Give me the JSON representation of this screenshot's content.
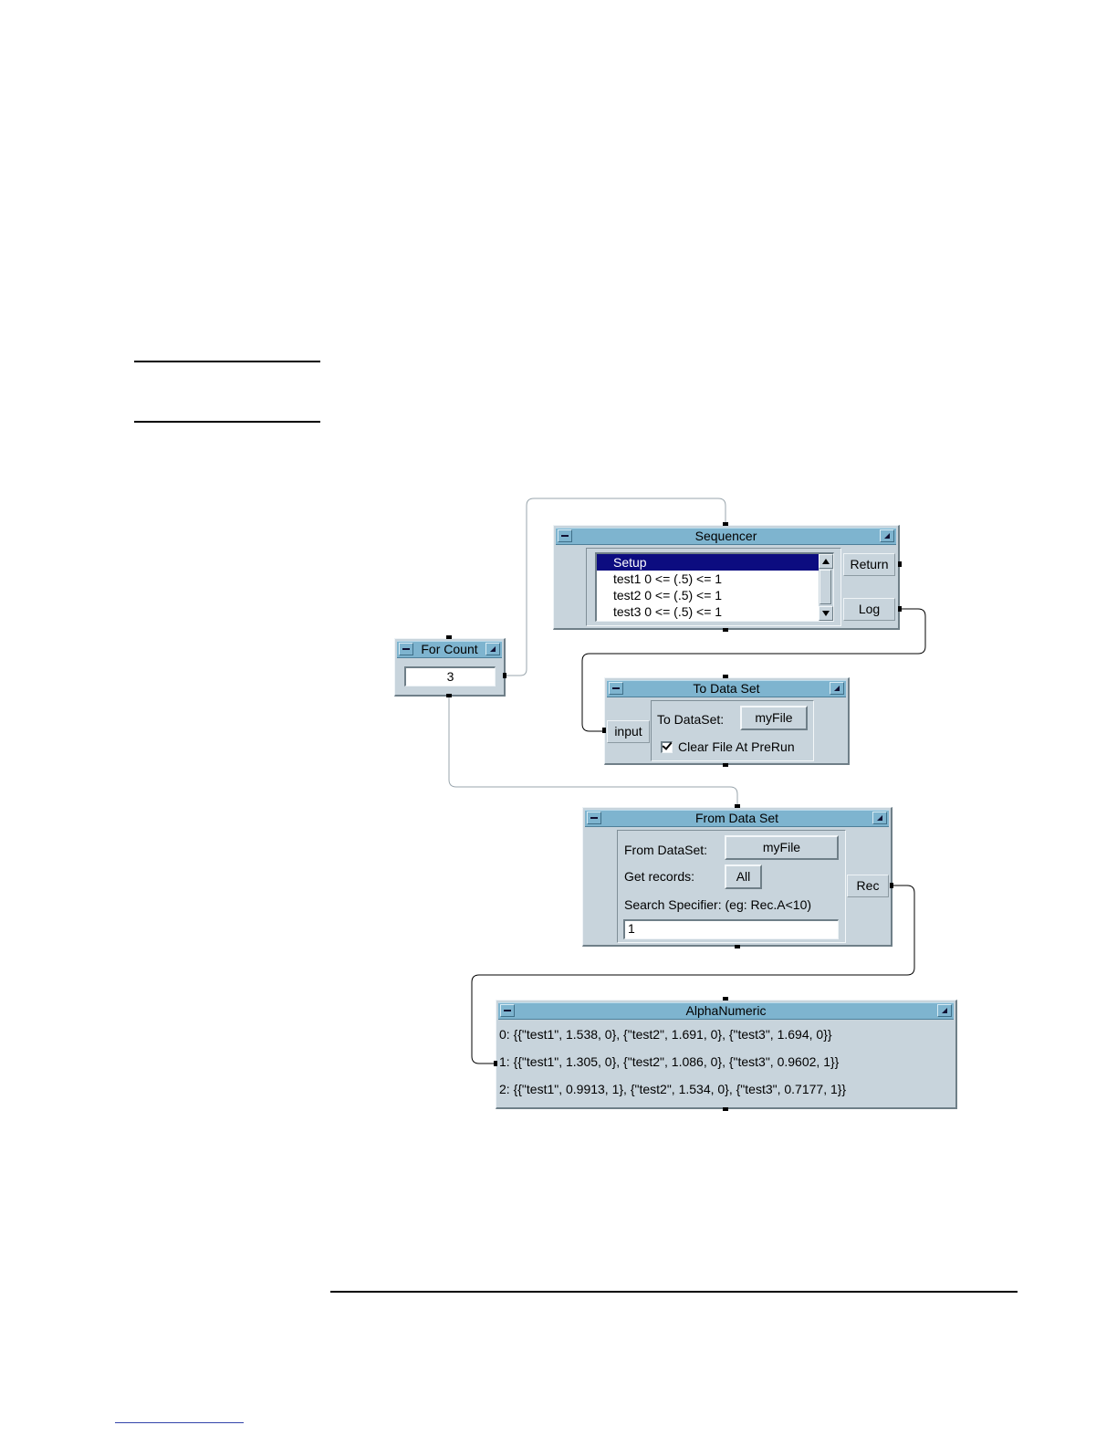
{
  "sequencer": {
    "title": "Sequencer",
    "items": [
      "Setup",
      "test1 0 <= (.5) <= 1",
      "test2 0 <= (.5) <= 1",
      "test3 0 <= (.5) <= 1"
    ],
    "return_label": "Return",
    "log_label": "Log"
  },
  "for_count": {
    "title": "For Count",
    "value": "3"
  },
  "to_data_set": {
    "title": "To Data Set",
    "input_label": "input",
    "dataset_label": "To DataSet:",
    "file_button": "myFile",
    "clear_label": "Clear File At PreRun",
    "clear_checked": true
  },
  "from_data_set": {
    "title": "From Data Set",
    "dataset_label": "From DataSet:",
    "file_button": "myFile",
    "get_records_label": "Get records:",
    "get_records_value": "All",
    "search_label": "Search Specifier: (eg: Rec.A<10)",
    "search_value": "1",
    "rec_label": "Rec"
  },
  "alphanumeric": {
    "title": "AlphaNumeric",
    "lines": [
      "0: {{\"test1\", 1.538, 0}, {\"test2\", 1.691, 0}, {\"test3\", 1.694, 0}}",
      "1: {{\"test1\", 1.305, 0}, {\"test2\", 1.086, 0}, {\"test3\", 0.9602, 1}}",
      "2: {{\"test1\", 0.9913, 1}, {\"test2\", 1.534, 0}, {\"test3\", 0.7177, 1}}"
    ]
  }
}
